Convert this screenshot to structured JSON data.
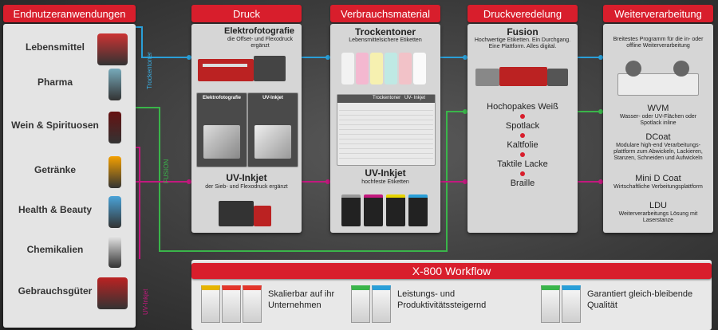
{
  "headers": {
    "endnutzer": "Endnutzeranwendungen",
    "druck": "Druck",
    "verbrauch": "Verbrauchsmaterial",
    "veredelung": "Druckveredelung",
    "weiter": "Weiterverarbeitung"
  },
  "endnutzer_items": [
    {
      "label": "Lebensmittel",
      "icon": "food-tray-icon"
    },
    {
      "label": "Pharma",
      "icon": "pharma-bottle-icon"
    },
    {
      "label": "Wein & Spirituosen",
      "icon": "wine-bottle-icon"
    },
    {
      "label": "Getränke",
      "icon": "drink-bottle-icon"
    },
    {
      "label": "Health & Beauty",
      "icon": "beauty-bottle-icon"
    },
    {
      "label": "Chemikalien",
      "icon": "chemical-bottle-icon"
    },
    {
      "label": "Gebrauchsgüter",
      "icon": "battery-icon"
    }
  ],
  "flow_labels": {
    "trockentoner": "Trockentoner",
    "fusion": "FUSION",
    "uvinkjet": "UV-Inkjet"
  },
  "druck": {
    "elektro_title": "Elektrofotografie",
    "elektro_sub": "die Offset- und Flexodruck ergänzt",
    "uv_title": "UV-Inkjet",
    "uv_sub": "der Sieb- und Flexodruck ergänzt",
    "card1_title": "Elektrofotografie",
    "card2_title": "UV-Inkjet"
  },
  "verbrauch": {
    "toner_title": "Trockentoner",
    "toner_sub": "Lebensmittelsichere Etiketten",
    "table_col1": "Trockentoner",
    "table_col2": "UV- Inkjet",
    "uv_title": "UV-Inkjet",
    "uv_sub": "hochfeste Etiketten"
  },
  "veredelung": {
    "fusion_title": "Fusion",
    "fusion_sub": "Hochwertige Etiketten. Ein Durchgang. Eine Plattform. Alles digital.",
    "items": [
      "Hochopakes Weiß",
      "Spotlack",
      "Kaltfolie",
      "Taktile Lacke",
      "Braille"
    ]
  },
  "weiter": {
    "intro": "Breitestes Programm für die in- oder offline Weiterverarbeitung",
    "items": [
      {
        "title": "WVM",
        "desc": "Wasser- oder UV-Flächen oder Spotlack inline"
      },
      {
        "title": "DCoat",
        "desc": "Modulare high-end Verarbeitungs-plattform zum Abwickeln, Lackieren, Stanzen, Schneiden und Aufwickeln"
      },
      {
        "title": "Mini D Coat",
        "desc": "Wirtschaftliche Verbeitungsplattform"
      },
      {
        "title": "LDU",
        "desc": "Weiterverarbeitungs Lösung mit Laserstanze"
      }
    ]
  },
  "workflow": {
    "title": "X-800 Workflow",
    "benefits": [
      "Skalierbar auf ihr Unternehmen",
      "Leistungs- und Produktivitätssteigernd",
      "Garantiert gleich-bleibende Qualität"
    ]
  },
  "colors": {
    "header_red": "#d81e2c",
    "toner_blue": "#2a9fd8",
    "fusion_green": "#3ab54a",
    "uv_magenta": "#c2197e"
  }
}
